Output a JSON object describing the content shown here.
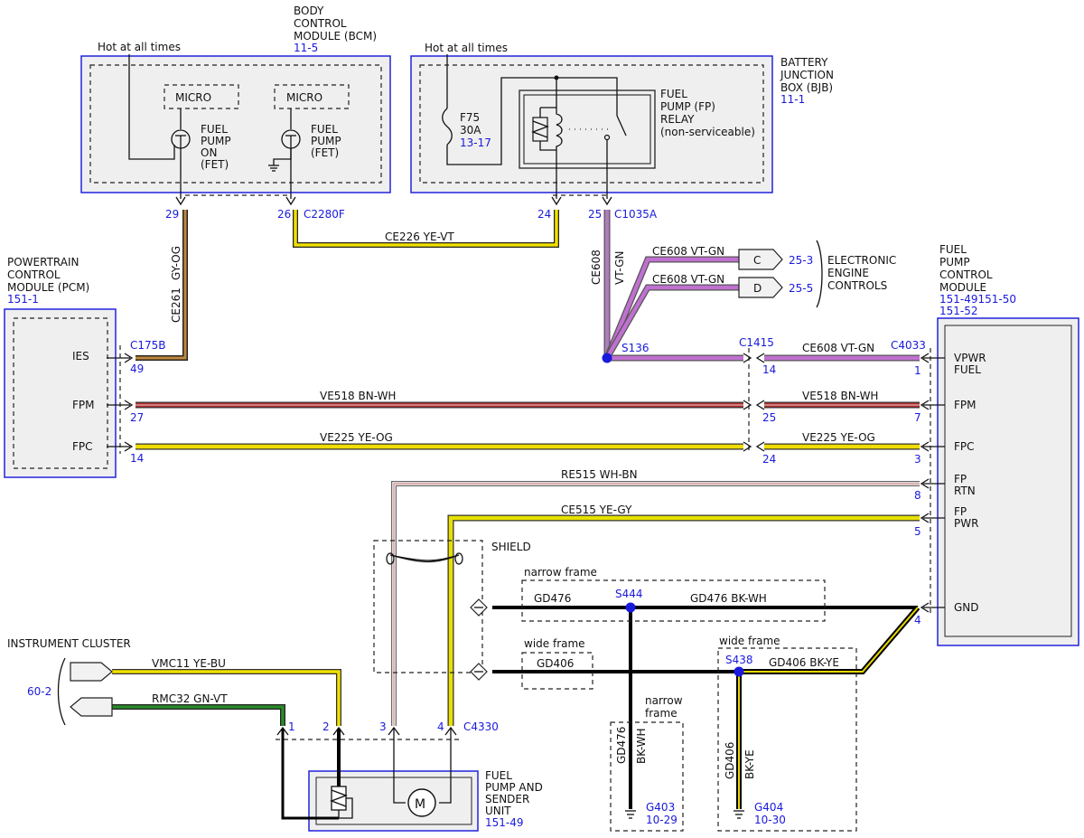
{
  "bcm": {
    "title1": "BODY",
    "title2": "CONTROL",
    "title3": "MODULE (BCM)",
    "ref": "11-5",
    "hot": "Hot at all times",
    "micro": "MICRO",
    "fet1": [
      "FUEL",
      "PUMP",
      "ON",
      "(FET)"
    ],
    "fet2": [
      "FUEL",
      "PUMP",
      "(FET)"
    ],
    "pin29": "29",
    "pin26": "26",
    "conn": "C2280F"
  },
  "bjb": {
    "title1": "BATTERY",
    "title2": "JUNCTION",
    "title3": "BOX (BJB)",
    "ref": "11-1",
    "hot": "Hot at all times",
    "fuse": "F75",
    "amps": "30A",
    "fuse_ref": "13-17",
    "relay": [
      "FUEL",
      "PUMP (FP)",
      "RELAY",
      "(non-serviceable)"
    ],
    "pin24": "24",
    "pin25": "25",
    "conn": "C1035A"
  },
  "pcm": {
    "title1": "POWERTRAIN",
    "title2": "CONTROL",
    "title3": "MODULE (PCM)",
    "ref": "151-1",
    "ies": "IES",
    "fpm": "FPM",
    "fpc": "FPC",
    "conn": "C175B",
    "pin49": "49",
    "pin27": "27",
    "pin14": "14"
  },
  "fpcm": {
    "title1": "FUEL",
    "title2": "PUMP",
    "title3": "CONTROL",
    "title4": "MODULE",
    "ref1": "151-49151-50",
    "ref2": "151-52",
    "vpwr": "VPWR",
    "fuel": "FUEL",
    "fpm": "FPM",
    "fpc": "FPC",
    "fp1": "FP",
    "rtn": "RTN",
    "fp2": "FP",
    "pwr": "PWR",
    "gnd": "GND",
    "conn": "C4033",
    "pin1": "1",
    "pin7": "7",
    "pin3": "3",
    "pin8": "8",
    "pin5": "5",
    "pin4": "4"
  },
  "wires": {
    "ce261": "CE261",
    "gy_og": "GY-OG",
    "ce226": "CE226  YE-VT",
    "ce608": "CE608",
    "vt_gn": "VT-GN",
    "ce608_c": "CE608  VT-GN",
    "ce608_d": "CE608  VT-GN",
    "ce608_h": "CE608  VT-GN",
    "ve518_l": "VE518  BN-WH",
    "ve518_r": "VE518  BN-WH",
    "ve225_l": "VE225  YE-OG",
    "ve225_r": "VE225  YE-OG",
    "re515": "RE515   WH-BN",
    "ce515": "CE515   YE-GY",
    "gd476": "GD476",
    "gd476_bkwh": "GD476  BK-WH",
    "gd406": "GD406",
    "gd406_bkye": "GD406  BK-YE",
    "vmc11": "VMC11   YE-BU",
    "rmc32": "RMC32   GN-VT",
    "gd476_v": "GD476",
    "bkwh_v": "BK-WH",
    "gd406_v": "GD406",
    "bkye_v": "BK-YE"
  },
  "eec": {
    "c": "C",
    "d": "D",
    "ref_c": "25-3",
    "ref_d": "25-5",
    "label1": "ELECTRONIC",
    "label2": "ENGINE",
    "label3": "CONTROLS"
  },
  "c1415": {
    "conn": "C1415",
    "pin14": "14",
    "pin25": "25",
    "pin24": "24"
  },
  "splices": {
    "s136": "S136",
    "s444": "S444",
    "s438": "S438"
  },
  "shield": "SHIELD",
  "frames": {
    "narrow1": "narrow frame",
    "wide1": "wide frame",
    "narrow2a": "narrow",
    "narrow2b": "frame",
    "wide2": "wide frame"
  },
  "grounds": {
    "g403": "G403",
    "g403_ref": "10-29",
    "g404": "G404",
    "g404_ref": "10-30"
  },
  "ic": {
    "title": "INSTRUMENT CLUSTER",
    "ref": "60-2"
  },
  "fpsu": {
    "title": [
      "FUEL",
      "PUMP AND",
      "SENDER",
      "UNIT"
    ],
    "ref": "151-49",
    "pin1": "1",
    "pin2": "2",
    "pin3": "3",
    "pin4": "4",
    "conn": "C4330",
    "motor": "M"
  },
  "colors": {
    "blue": "#1a1adc",
    "gy_og": "#d88a22",
    "ye_vt": "#f0e000",
    "vt_gn": "#c070d0",
    "bn_wh": "#b03030",
    "ye_og": "#f0dc00",
    "wh_bn": "#ffffff",
    "ye_gy": "#e8e000",
    "bk": "#000000",
    "ye_bu": "#f0e000",
    "gn_vt": "#2a8a2a"
  }
}
